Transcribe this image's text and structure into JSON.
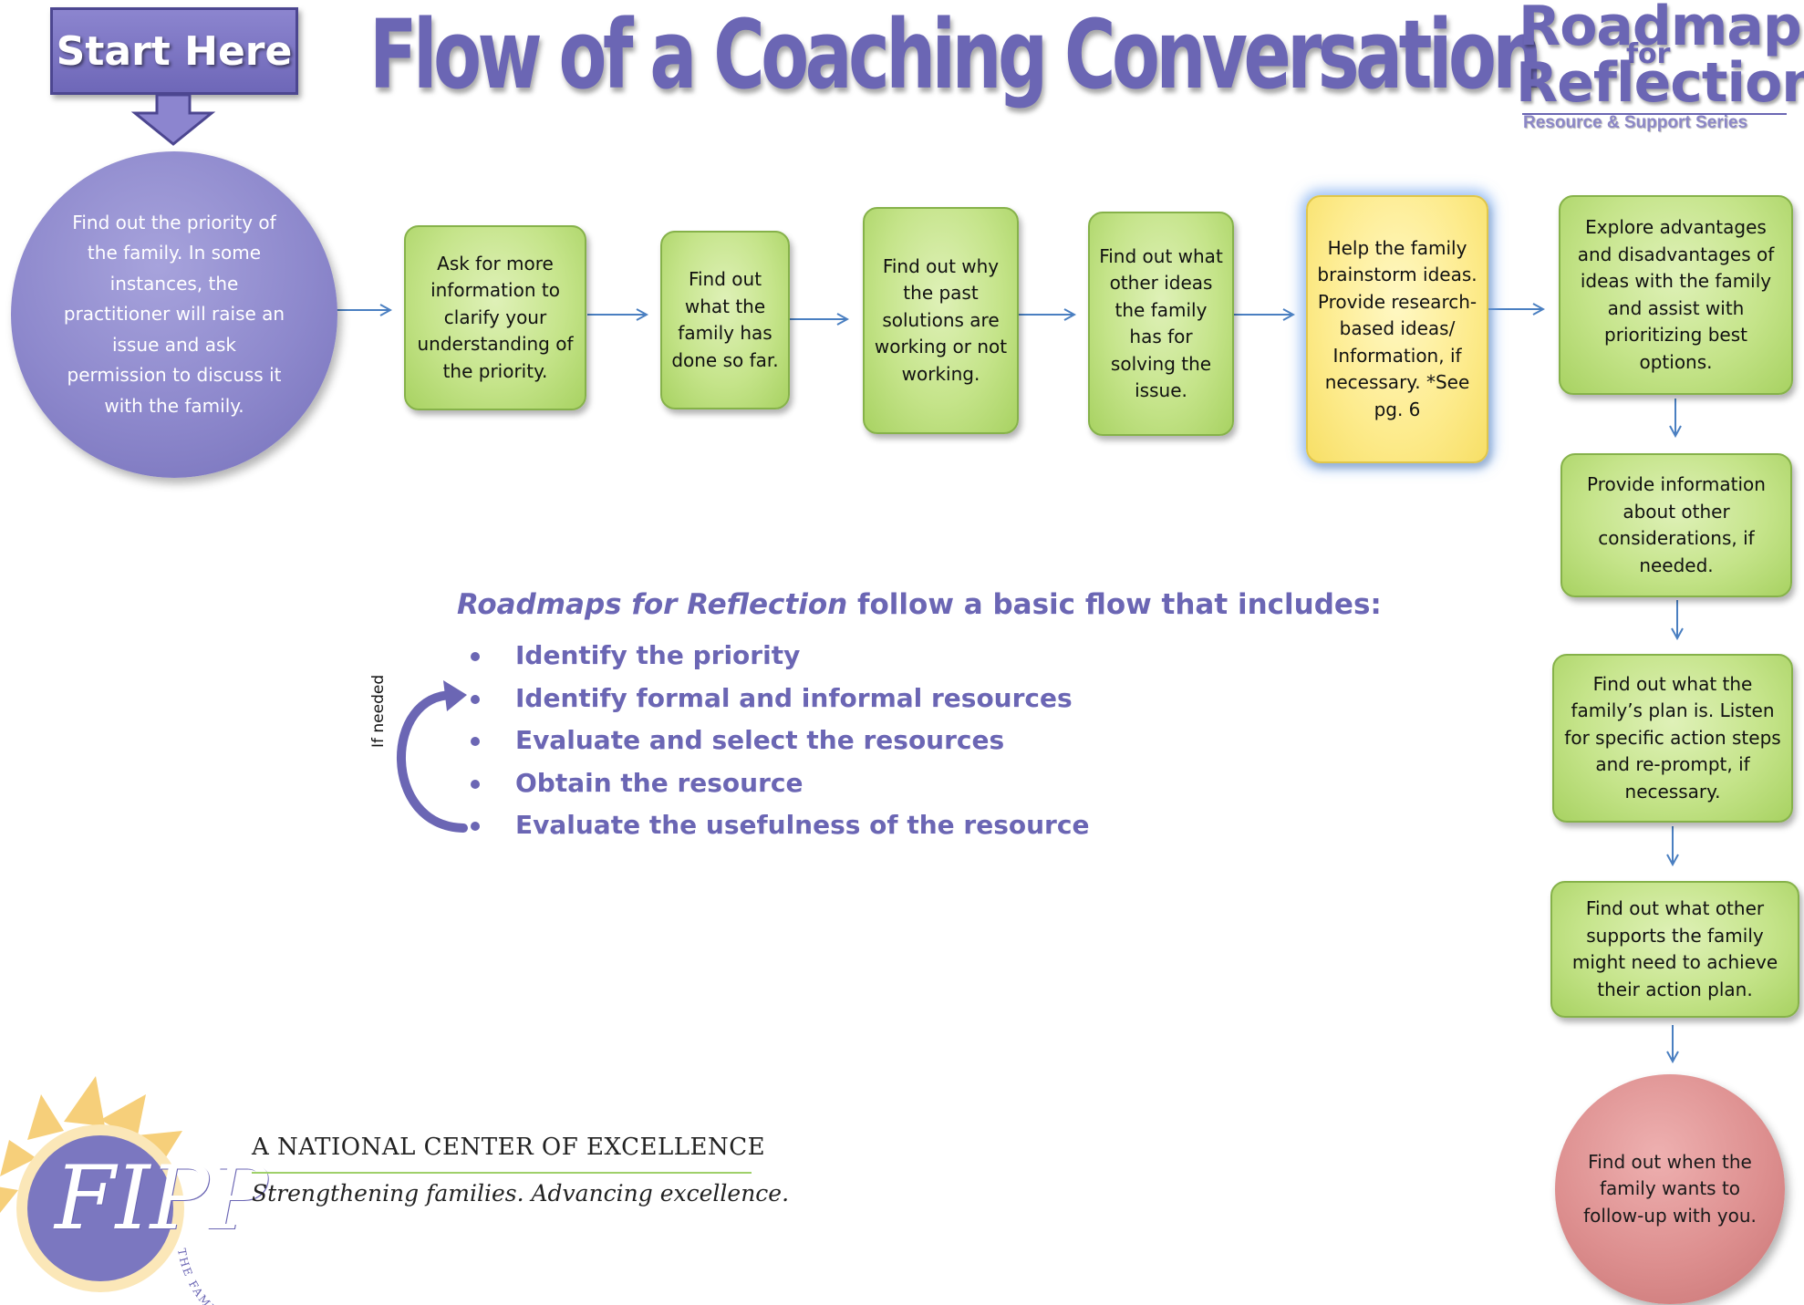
{
  "start_label": "Start Here",
  "title": "Flow of a Coaching Conversation",
  "logo": {
    "roadmap": "Roadmap",
    "for": "for",
    "reflection": "Reflection",
    "series": "Resource & Support Series"
  },
  "flow": {
    "start_circle": "Find out the priority of the family. In some instances, the practitioner will raise an issue and ask permission to discuss it with the family.",
    "step1": "Ask for more information to clarify your understanding of the priority.",
    "step2": "Find out what the family has done so far.",
    "step3": "Find out why the past solutions are working or not working.",
    "step4": "Find out what other ideas the family has for solving the issue.",
    "step5": "Help the family brainstorm ideas. Provide research-based ideas/ Information, if necessary. *See pg. 6",
    "step6": "Explore advantages and disadvantages of ideas with the family and assist with prioritizing best options.",
    "step7": "Provide information about other considerations, if needed.",
    "step8": "Find out what the family’s plan is. Listen for specific action steps and re-prompt, if necessary.",
    "step9": "Find out what other supports the family might need to achieve their action plan.",
    "end_circle": "Find out when the family wants to follow-up with you."
  },
  "basic_flow": {
    "intro_italic": "Roadmaps for Reflection",
    "intro_rest": " follow a basic flow that includes:",
    "items": [
      "Identify the priority",
      "Identify formal and informal resources",
      "Evaluate and select the resources",
      "Obtain the resource",
      "Evaluate the usefulness of the resource"
    ],
    "loop_label": "If needed"
  },
  "footer": {
    "center": "A NATIONAL CENTER OF EXCELLENCE",
    "tagline": "Strengthening families. Advancing excellence.",
    "seal_text": "THE FAMILY, INFANT AND PRESCHOOL PROGRAM",
    "seal_letters": "FIPP"
  },
  "colors": {
    "purple": "#6b66b4",
    "green_box": "#c5e48a",
    "yellow_box": "#fdeb8c",
    "pink_circle": "#dd8f8f",
    "arrow": "#4a7fc1"
  }
}
